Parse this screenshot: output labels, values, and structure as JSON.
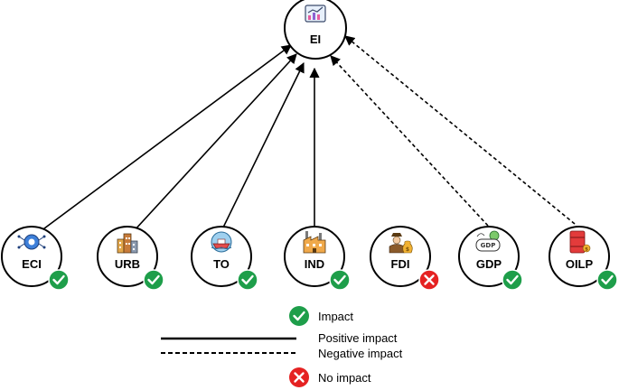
{
  "target": {
    "label": "EI",
    "icon": "chart-analytics-icon"
  },
  "nodes": [
    {
      "id": "eci",
      "label": "ECI",
      "icon": "gear-network-icon",
      "status": "impact",
      "effect": "positive"
    },
    {
      "id": "urb",
      "label": "URB",
      "icon": "city-buildings-icon",
      "status": "impact",
      "effect": "positive"
    },
    {
      "id": "to",
      "label": "TO",
      "icon": "cargo-ship-globe-icon",
      "status": "impact",
      "effect": "positive"
    },
    {
      "id": "ind",
      "label": "IND",
      "icon": "factory-icon",
      "status": "impact",
      "effect": "positive"
    },
    {
      "id": "fdi",
      "label": "FDI",
      "icon": "investor-money-bag-icon",
      "status": "no-impact",
      "effect": "none"
    },
    {
      "id": "gdp",
      "label": "GDP",
      "icon": "gdp-globe-icon",
      "status": "impact",
      "effect": "negative"
    },
    {
      "id": "oilp",
      "label": "OILP",
      "icon": "oil-barrel-icon",
      "status": "impact",
      "effect": "negative"
    }
  ],
  "legend": {
    "impact": "Impact",
    "positive": "Positive impact",
    "negative": "Negative impact",
    "no_impact": "No impact"
  },
  "colors": {
    "impact_badge": "#1e9e4a",
    "no_impact_badge": "#e52222",
    "line": "#000000"
  }
}
